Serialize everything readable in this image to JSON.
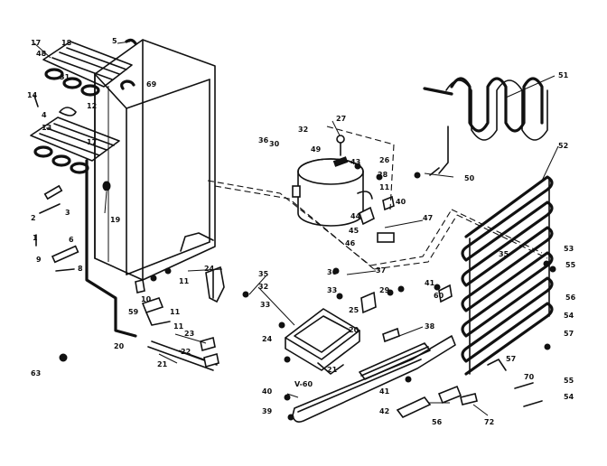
{
  "callouts": {
    "c1": "1",
    "c2": "2",
    "c3": "3",
    "c4": "4",
    "c5": "5",
    "c6": "6",
    "c8": "8",
    "c9": "9",
    "c10": "10",
    "c11a": "11",
    "c11b": "11",
    "c11c": "11",
    "c12": "12",
    "c13": "13",
    "c14": "14",
    "c17a": "17",
    "c17b": "17",
    "c18": "18",
    "c19": "19",
    "c20a": "20",
    "c20b": "20",
    "c21a": "21",
    "c21b": "21",
    "c22": "22",
    "c23": "23",
    "c24a": "24",
    "c24b": "24",
    "c25": "25",
    "c26": "26",
    "c27": "27",
    "c28": "28",
    "c29": "29",
    "c30": "30",
    "c31": "31",
    "c32a": "32",
    "c32b": "32",
    "c33a": "33",
    "c33b": "33",
    "c35a": "35",
    "c35b": "35",
    "c36a": "36",
    "c36b": "36",
    "c37": "37",
    "c38": "38",
    "c39": "39",
    "c40a": "40",
    "c40b": "40",
    "c41a": "41",
    "c41b": "41",
    "c42": "42",
    "c43": "43",
    "c44": "44",
    "c45": "45",
    "c46": "46",
    "c47": "47",
    "c48": "48",
    "c49": "49",
    "c50": "50",
    "c51": "51",
    "c52": "52",
    "c53": "53",
    "c54a": "54",
    "c54b": "54",
    "c55a": "55",
    "c55b": "55",
    "c56a": "56",
    "c56b": "56",
    "c57a": "57",
    "c57b": "57",
    "c59": "59",
    "c60": "60",
    "c63": "63",
    "c69": "69",
    "c70": "70",
    "c72": "72",
    "footnote": "V-60"
  }
}
